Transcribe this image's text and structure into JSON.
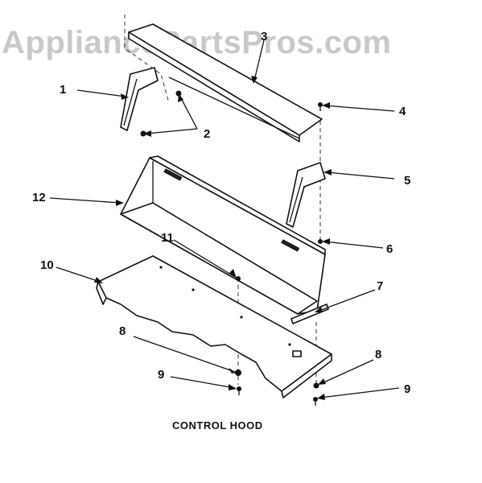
{
  "watermark": {
    "text": "AppliancePartsPros.com"
  },
  "caption": {
    "text": "CONTROL HOOD"
  },
  "callouts": [
    {
      "label": "1"
    },
    {
      "label": "2"
    },
    {
      "label": "3"
    },
    {
      "label": "4"
    },
    {
      "label": "5"
    },
    {
      "label": "6"
    },
    {
      "label": "7"
    },
    {
      "label": "8"
    },
    {
      "label": "8"
    },
    {
      "label": "9"
    },
    {
      "label": "9"
    },
    {
      "label": "10"
    },
    {
      "label": "11"
    },
    {
      "label": "12"
    }
  ]
}
